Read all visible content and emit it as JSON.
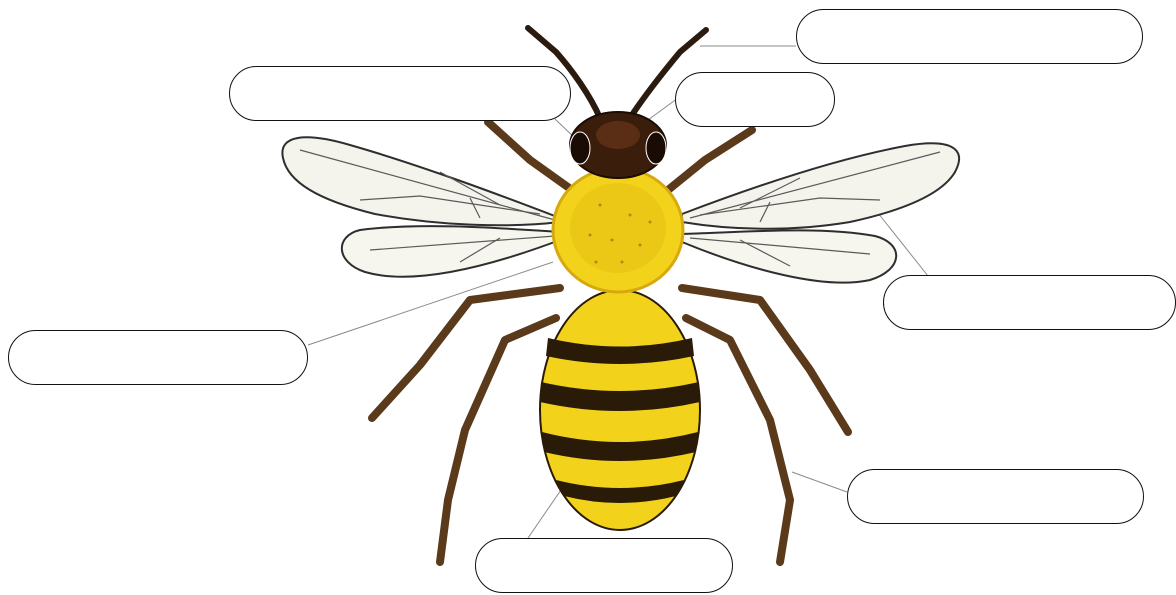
{
  "diagram": {
    "subject": "honey bee",
    "labels": [
      {
        "id": "antenna",
        "text": ""
      },
      {
        "id": "eye",
        "text": ""
      },
      {
        "id": "head",
        "text": ""
      },
      {
        "id": "wing",
        "text": ""
      },
      {
        "id": "thorax",
        "text": ""
      },
      {
        "id": "leg",
        "text": ""
      },
      {
        "id": "abdomen",
        "text": ""
      }
    ]
  },
  "colors": {
    "yellow": "#f2d21b",
    "yellow_dark": "#d6a90e",
    "stripe": "#2a1a08",
    "head": "#3b1d0c",
    "leg": "#5a3a1a",
    "wing_fill": "#f4f4ec",
    "wing_vein": "#3a3a3a",
    "leader": "#8a8a8a",
    "box_border": "#111111"
  }
}
